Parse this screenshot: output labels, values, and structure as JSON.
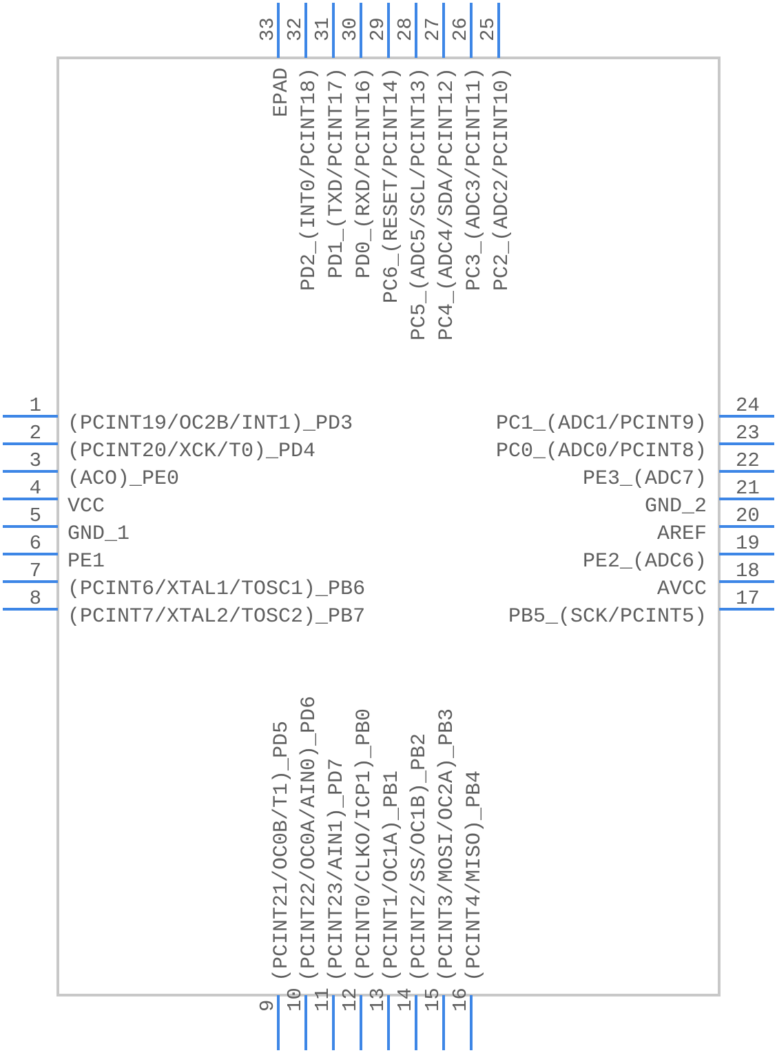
{
  "pins_left": [
    {
      "number": "1",
      "label": "(PCINT19/OC2B/INT1)_PD3"
    },
    {
      "number": "2",
      "label": "(PCINT20/XCK/T0)_PD4"
    },
    {
      "number": "3",
      "label": "(ACO)_PE0"
    },
    {
      "number": "4",
      "label": "VCC"
    },
    {
      "number": "5",
      "label": "GND_1"
    },
    {
      "number": "6",
      "label": "PE1"
    },
    {
      "number": "7",
      "label": "(PCINT6/XTAL1/TOSC1)_PB6"
    },
    {
      "number": "8",
      "label": "(PCINT7/XTAL2/TOSC2)_PB7"
    }
  ],
  "pins_right": [
    {
      "number": "24",
      "label": "PC1_(ADC1/PCINT9)"
    },
    {
      "number": "23",
      "label": "PC0_(ADC0/PCINT8)"
    },
    {
      "number": "22",
      "label": "PE3_(ADC7)"
    },
    {
      "number": "21",
      "label": "GND_2"
    },
    {
      "number": "20",
      "label": "AREF"
    },
    {
      "number": "19",
      "label": "PE2_(ADC6)"
    },
    {
      "number": "18",
      "label": "AVCC"
    },
    {
      "number": "17",
      "label": "PB5_(SCK/PCINT5)"
    }
  ],
  "pins_top": [
    {
      "number": "33",
      "label": "EPAD"
    },
    {
      "number": "32",
      "label": "PD2_(INT0/PCINT18)"
    },
    {
      "number": "31",
      "label": "PD1_(TXD/PCINT17)"
    },
    {
      "number": "30",
      "label": "PD0_(RXD/PCINT16)"
    },
    {
      "number": "29",
      "label": "PC6_(RESET/PCINT14)"
    },
    {
      "number": "28",
      "label": "PC5_(ADC5/SCL/PCINT13)"
    },
    {
      "number": "27",
      "label": "PC4_(ADC4/SDA/PCINT12)"
    },
    {
      "number": "26",
      "label": "PC3_(ADC3/PCINT11)"
    },
    {
      "number": "25",
      "label": "PC2_(ADC2/PCINT10)"
    }
  ],
  "pins_bottom": [
    {
      "number": "9",
      "label": "(PCINT21/OC0B/T1)_PD5"
    },
    {
      "number": "10",
      "label": "(PCINT22/OC0A/AIN0)_PD6"
    },
    {
      "number": "11",
      "label": "(PCINT23/AIN1)_PD7"
    },
    {
      "number": "12",
      "label": "(PCINT0/CLKO/ICP1)_PB0"
    },
    {
      "number": "13",
      "label": "(PCINT1/OC1A)_PB1"
    },
    {
      "number": "14",
      "label": "(PCINT2/SS/OC1B)_PB2"
    },
    {
      "number": "15",
      "label": "(PCINT3/MOSI/OC2A)_PB3"
    },
    {
      "number": "16",
      "label": "(PCINT4/MISO)_PB4"
    }
  ],
  "colors": {
    "pin": "#3d86e6",
    "outline": "#c8c8c8",
    "text": "#5f5f5f"
  }
}
